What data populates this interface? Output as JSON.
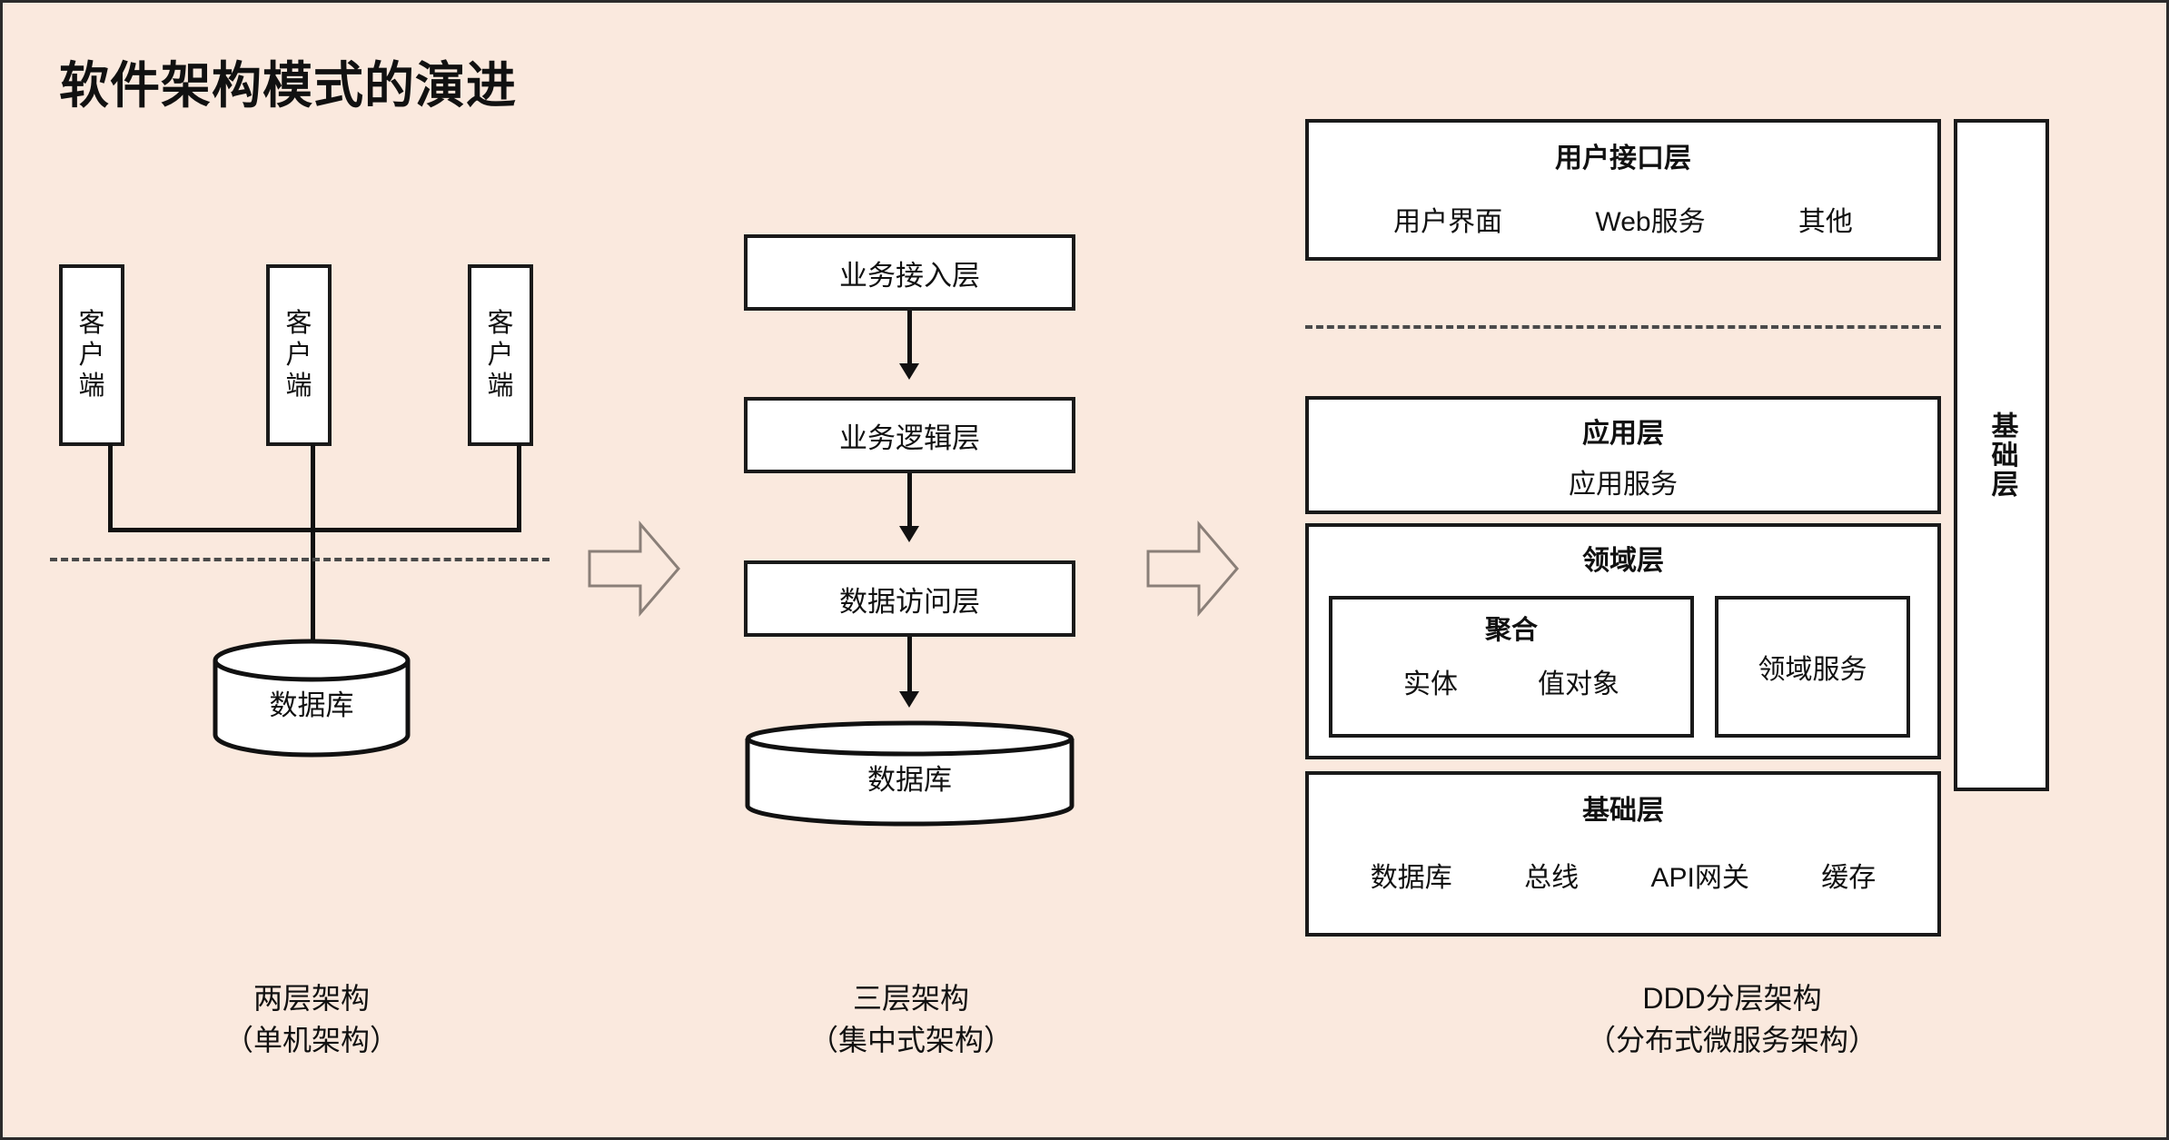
{
  "title": "软件架构模式的演进",
  "colors": {
    "background": "#fae9de",
    "stroke": "#1a1a1a",
    "box_fill": "#ffffff",
    "chevron_stroke": "#8a7f78",
    "dashed": "#4a4a4a"
  },
  "two_tier": {
    "clients": [
      {
        "chars": [
          "客",
          "户",
          "端"
        ]
      },
      {
        "chars": [
          "客",
          "户",
          "端"
        ]
      },
      {
        "chars": [
          "客",
          "户",
          "端"
        ]
      }
    ],
    "database_label": "数据库",
    "caption": {
      "line1": "两层架构",
      "line2": "（单机架构）"
    }
  },
  "three_tier": {
    "tiers": [
      {
        "label": "业务接入层"
      },
      {
        "label": "业务逻辑层"
      },
      {
        "label": "数据访问层"
      }
    ],
    "database_label": "数据库",
    "caption": {
      "line1": "三层架构",
      "line2": "（集中式架构）"
    }
  },
  "ddd": {
    "ui_layer": {
      "title": "用户接口层",
      "items": [
        "用户界面",
        "Web服务",
        "其他"
      ]
    },
    "application_layer": {
      "title": "应用层",
      "items": [
        "应用服务"
      ]
    },
    "domain_layer": {
      "title": "领域层",
      "aggregate": {
        "title": "聚合",
        "items": [
          "实体",
          "值对象"
        ]
      },
      "domain_service": {
        "label": "领域服务"
      }
    },
    "infrastructure_layer": {
      "title": "基础层",
      "items": [
        "数据库",
        "总线",
        "API网关",
        "缓存"
      ]
    },
    "side_band": {
      "label": "基础层"
    },
    "caption": {
      "line1": "DDD分层架构",
      "line2": "（分布式微服务架构）"
    }
  },
  "transitions": [
    {
      "name": "arrow-two-to-three"
    },
    {
      "name": "arrow-three-to-ddd"
    }
  ]
}
